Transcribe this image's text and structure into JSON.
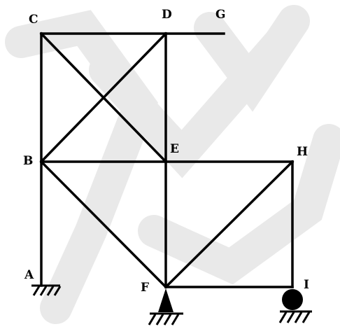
{
  "labels": {
    "A": "A",
    "B": "B",
    "C": "C",
    "D": "D",
    "E": "E",
    "F": "F",
    "G": "G",
    "H": "H",
    "I": "I"
  },
  "colors": {
    "member": "#000000",
    "watermark": "#e9e9e9",
    "background": "#ffffff"
  },
  "supports": {
    "A": "fixed",
    "F": "pin",
    "I": "roller"
  }
}
